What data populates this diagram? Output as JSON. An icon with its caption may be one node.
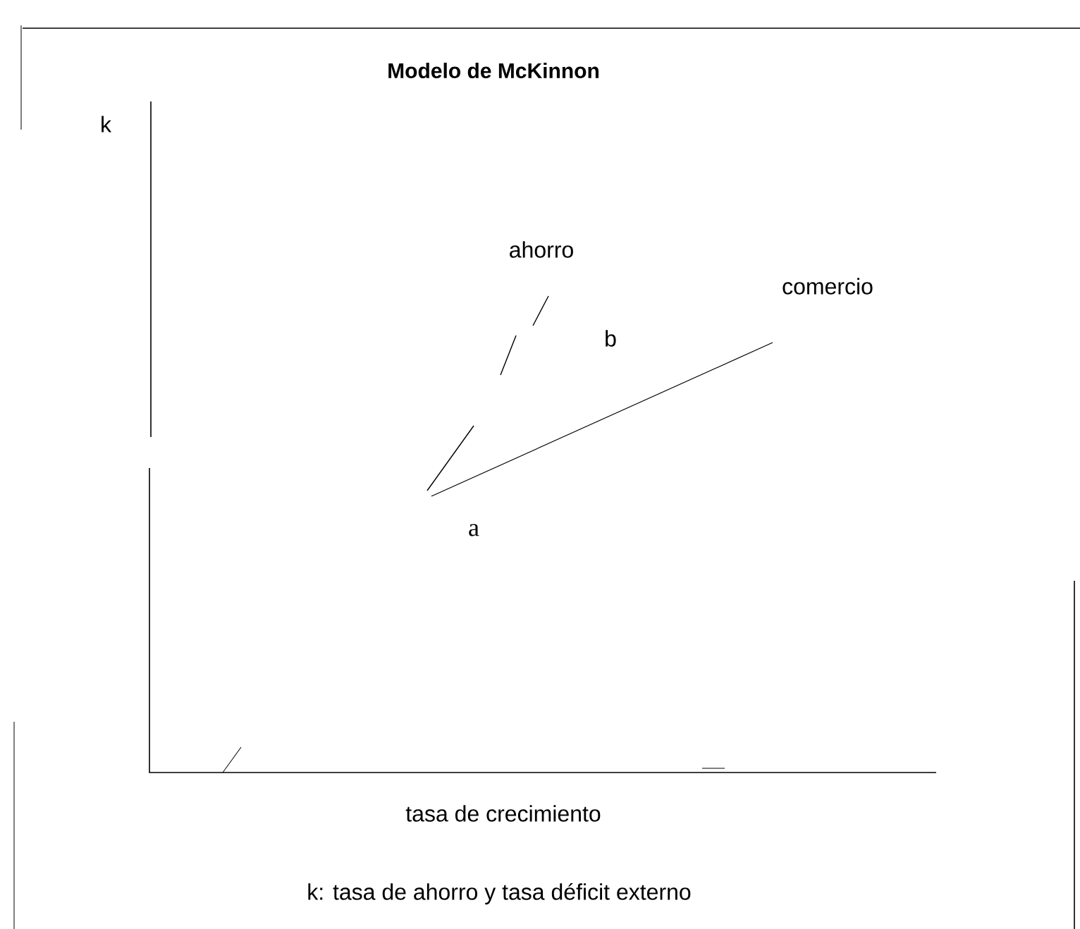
{
  "diagram": {
    "title": "Modelo de McKinnon",
    "labels": [
      "k",
      "ahorro",
      "comercio",
      "b",
      "a",
      "tasa de crecimiento"
    ],
    "caption": "k: tasa de ahorro y tasa déficit externo"
  }
}
